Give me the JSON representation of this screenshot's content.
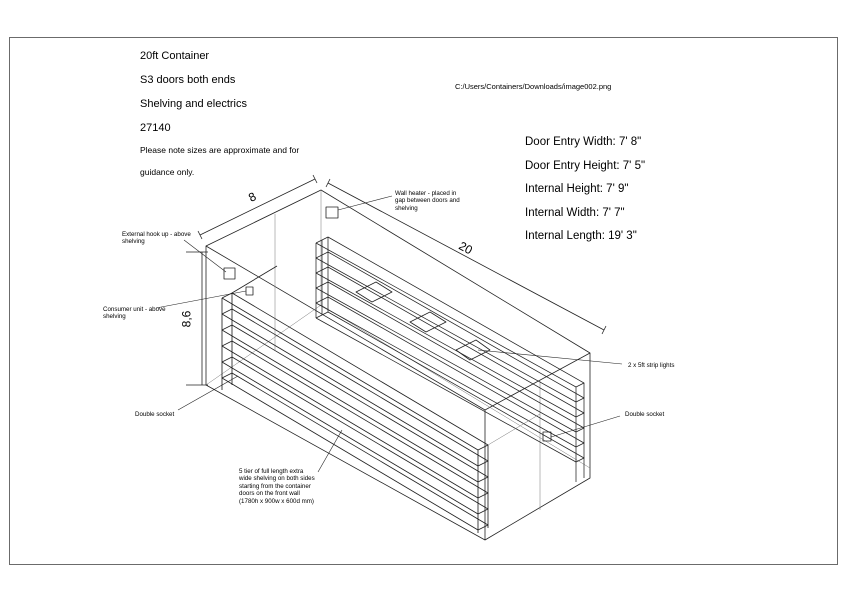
{
  "title_block": {
    "line1": "20ft Container",
    "line2": "S3 doors both ends",
    "line3": "Shelving and electrics",
    "ref": "27140",
    "note1": "Please note sizes are approximate and for",
    "note2": "guidance only."
  },
  "file_path": "C:/Users/Containers/Downloads/image002.png",
  "specs": [
    "Door Entry Width: 7' 8\"",
    "Door Entry Height: 7' 5\"",
    "Internal Height: 7' 9\"",
    "Internal Width: 7' 7\"",
    "Internal Length: 19' 3\""
  ],
  "dimensions": {
    "width": "8",
    "length": "20",
    "height": "8,6"
  },
  "annotations": {
    "wall_heater": [
      "Wall heater - placed in",
      "gap between doors and",
      "shelving"
    ],
    "external_hookup": [
      "External hook up - above",
      "shelving"
    ],
    "consumer_unit": [
      "Consumer unit - above",
      "shelving"
    ],
    "strip_lights": [
      "2 x 5ft strip lights"
    ],
    "double_socket_left": [
      "Double socket"
    ],
    "double_socket_right": [
      "Double socket"
    ],
    "shelving": [
      "5 tier of full length extra",
      "wide shelving on both sides",
      "starting from the container",
      "doors on the front wall",
      "(1780h x 900w x 600d  mm)"
    ]
  }
}
